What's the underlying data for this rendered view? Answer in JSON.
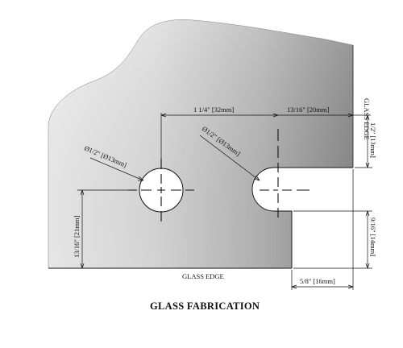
{
  "caption": "GLASS FABRICATION",
  "labels": {
    "glass_edge_bottom": "GLASS EDGE",
    "glass_edge_right": "GLASS EDGE",
    "hole_spacing": "1 1/4\" [32mm]",
    "notch_offset_top": "13/16\" [20mm]",
    "hole_diameter_left": "Ø1/2\" [Ø13mm]",
    "hole_diameter_right": "Ø1/2\" [Ø13mm]",
    "hole_height": "13/16\" [21mm]",
    "notch_top_height": "1/2\" [13mm]",
    "notch_bottom_height": "9/16\" [14mm]",
    "notch_width": "5/8\" [16mm]"
  },
  "colors": {
    "glass_light": "#ececec",
    "glass_dark": "#8e8e8e",
    "lines": "#111111",
    "hole_fill": "#ffffff"
  }
}
